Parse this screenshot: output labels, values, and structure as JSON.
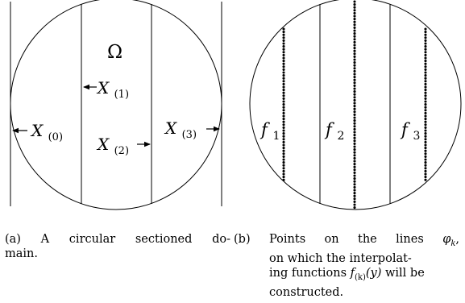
{
  "panel_a": {
    "omega": "Ω",
    "labels": {
      "x0": {
        "base": "X",
        "sub": "(0)"
      },
      "x1": {
        "base": "X",
        "sub": "(1)"
      },
      "x2": {
        "base": "X",
        "sub": "(2)"
      },
      "x3": {
        "base": "X",
        "sub": "(3)"
      }
    },
    "caption": {
      "tag": "(a)",
      "line1": "A circular sectioned do-",
      "line2": "main."
    }
  },
  "panel_b": {
    "functions": [
      {
        "base": "f",
        "sub": "1"
      },
      {
        "base": "f",
        "sub": "2"
      },
      {
        "base": "f",
        "sub": "3"
      }
    ],
    "caption": {
      "tag": "(b)",
      "line1_text": "Points on the lines ",
      "line1_math": "φ",
      "line1_math_sub": "k",
      "line1_end": ",",
      "line2": "on which the interpolat-",
      "line3_start": "ing functions ",
      "line3_math": "f",
      "line3_math_sub": "(k)",
      "line3_math_arg": "(y)",
      "line3_end": " will be",
      "line4": "constructed."
    }
  },
  "colors": {
    "stroke": "#000000",
    "background": "#ffffff"
  }
}
